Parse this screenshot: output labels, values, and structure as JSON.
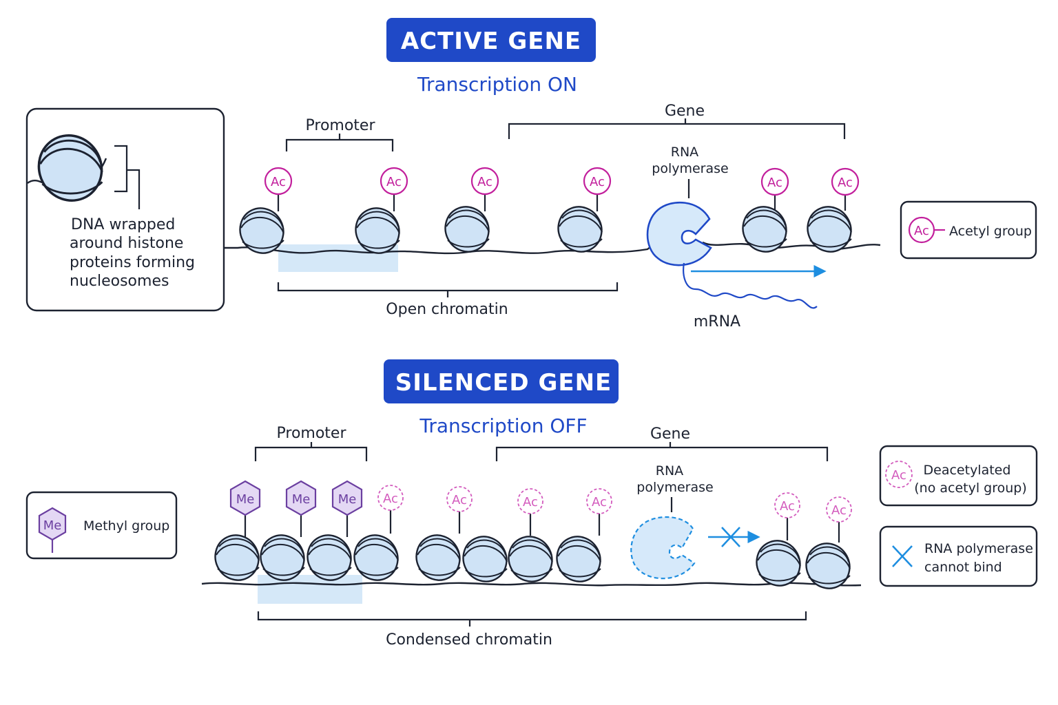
{
  "colors": {
    "banner": "#1f49c7",
    "subtitle": "#1f49c7",
    "acetyl": "#c21f9c",
    "deacetyl": "#d35bbd",
    "methyl_fill": "#e4d8f4",
    "methyl_stroke": "#6b3fa0",
    "nucleosome": "#cfe3f6",
    "polymerase": "#d6e9fa",
    "arrow": "#1e8ee0",
    "shading": "#d5e8f8",
    "text": "#1c2230"
  },
  "active": {
    "banner": "ACTIVE GENE",
    "subtitle": "Transcription ON",
    "promoter_label": "Promoter",
    "gene_label": "Gene",
    "polymerase_label_line1": "RNA",
    "polymerase_label_line2": "polymerase",
    "region_label": "Open chromatin",
    "mrna_label": "mRNA",
    "ac_tag": "Ac"
  },
  "silenced": {
    "banner": "SILENCED GENE",
    "subtitle": "Transcription OFF",
    "promoter_label": "Promoter",
    "gene_label": "Gene",
    "polymerase_label_line1": "RNA",
    "polymerase_label_line2": "polymerase",
    "region_label": "Condensed chromatin",
    "me_tag": "Me",
    "ac_tag": "Ac"
  },
  "legends": {
    "nucleosome_line1": "DNA wrapped",
    "nucleosome_line2": "around histone",
    "nucleosome_line3": "proteins forming",
    "nucleosome_line4": "nucleosomes",
    "acetyl_tag": "Ac",
    "acetyl_label": "Acetyl group",
    "methyl_tag": "Me",
    "methyl_label": "Methyl group",
    "deacetyl_tag": "Ac",
    "deacetyl_line1": "Deacetylated",
    "deacetyl_line2": "(no acetyl group)",
    "block_line1": "RNA polymerase",
    "block_line2": "cannot bind"
  },
  "icons": [
    "nucleosome-icon",
    "acetyl-icon",
    "methyl-icon",
    "deacetyl-icon",
    "blocked-x-icon",
    "rna-polymerase-icon",
    "arrow-icon"
  ]
}
